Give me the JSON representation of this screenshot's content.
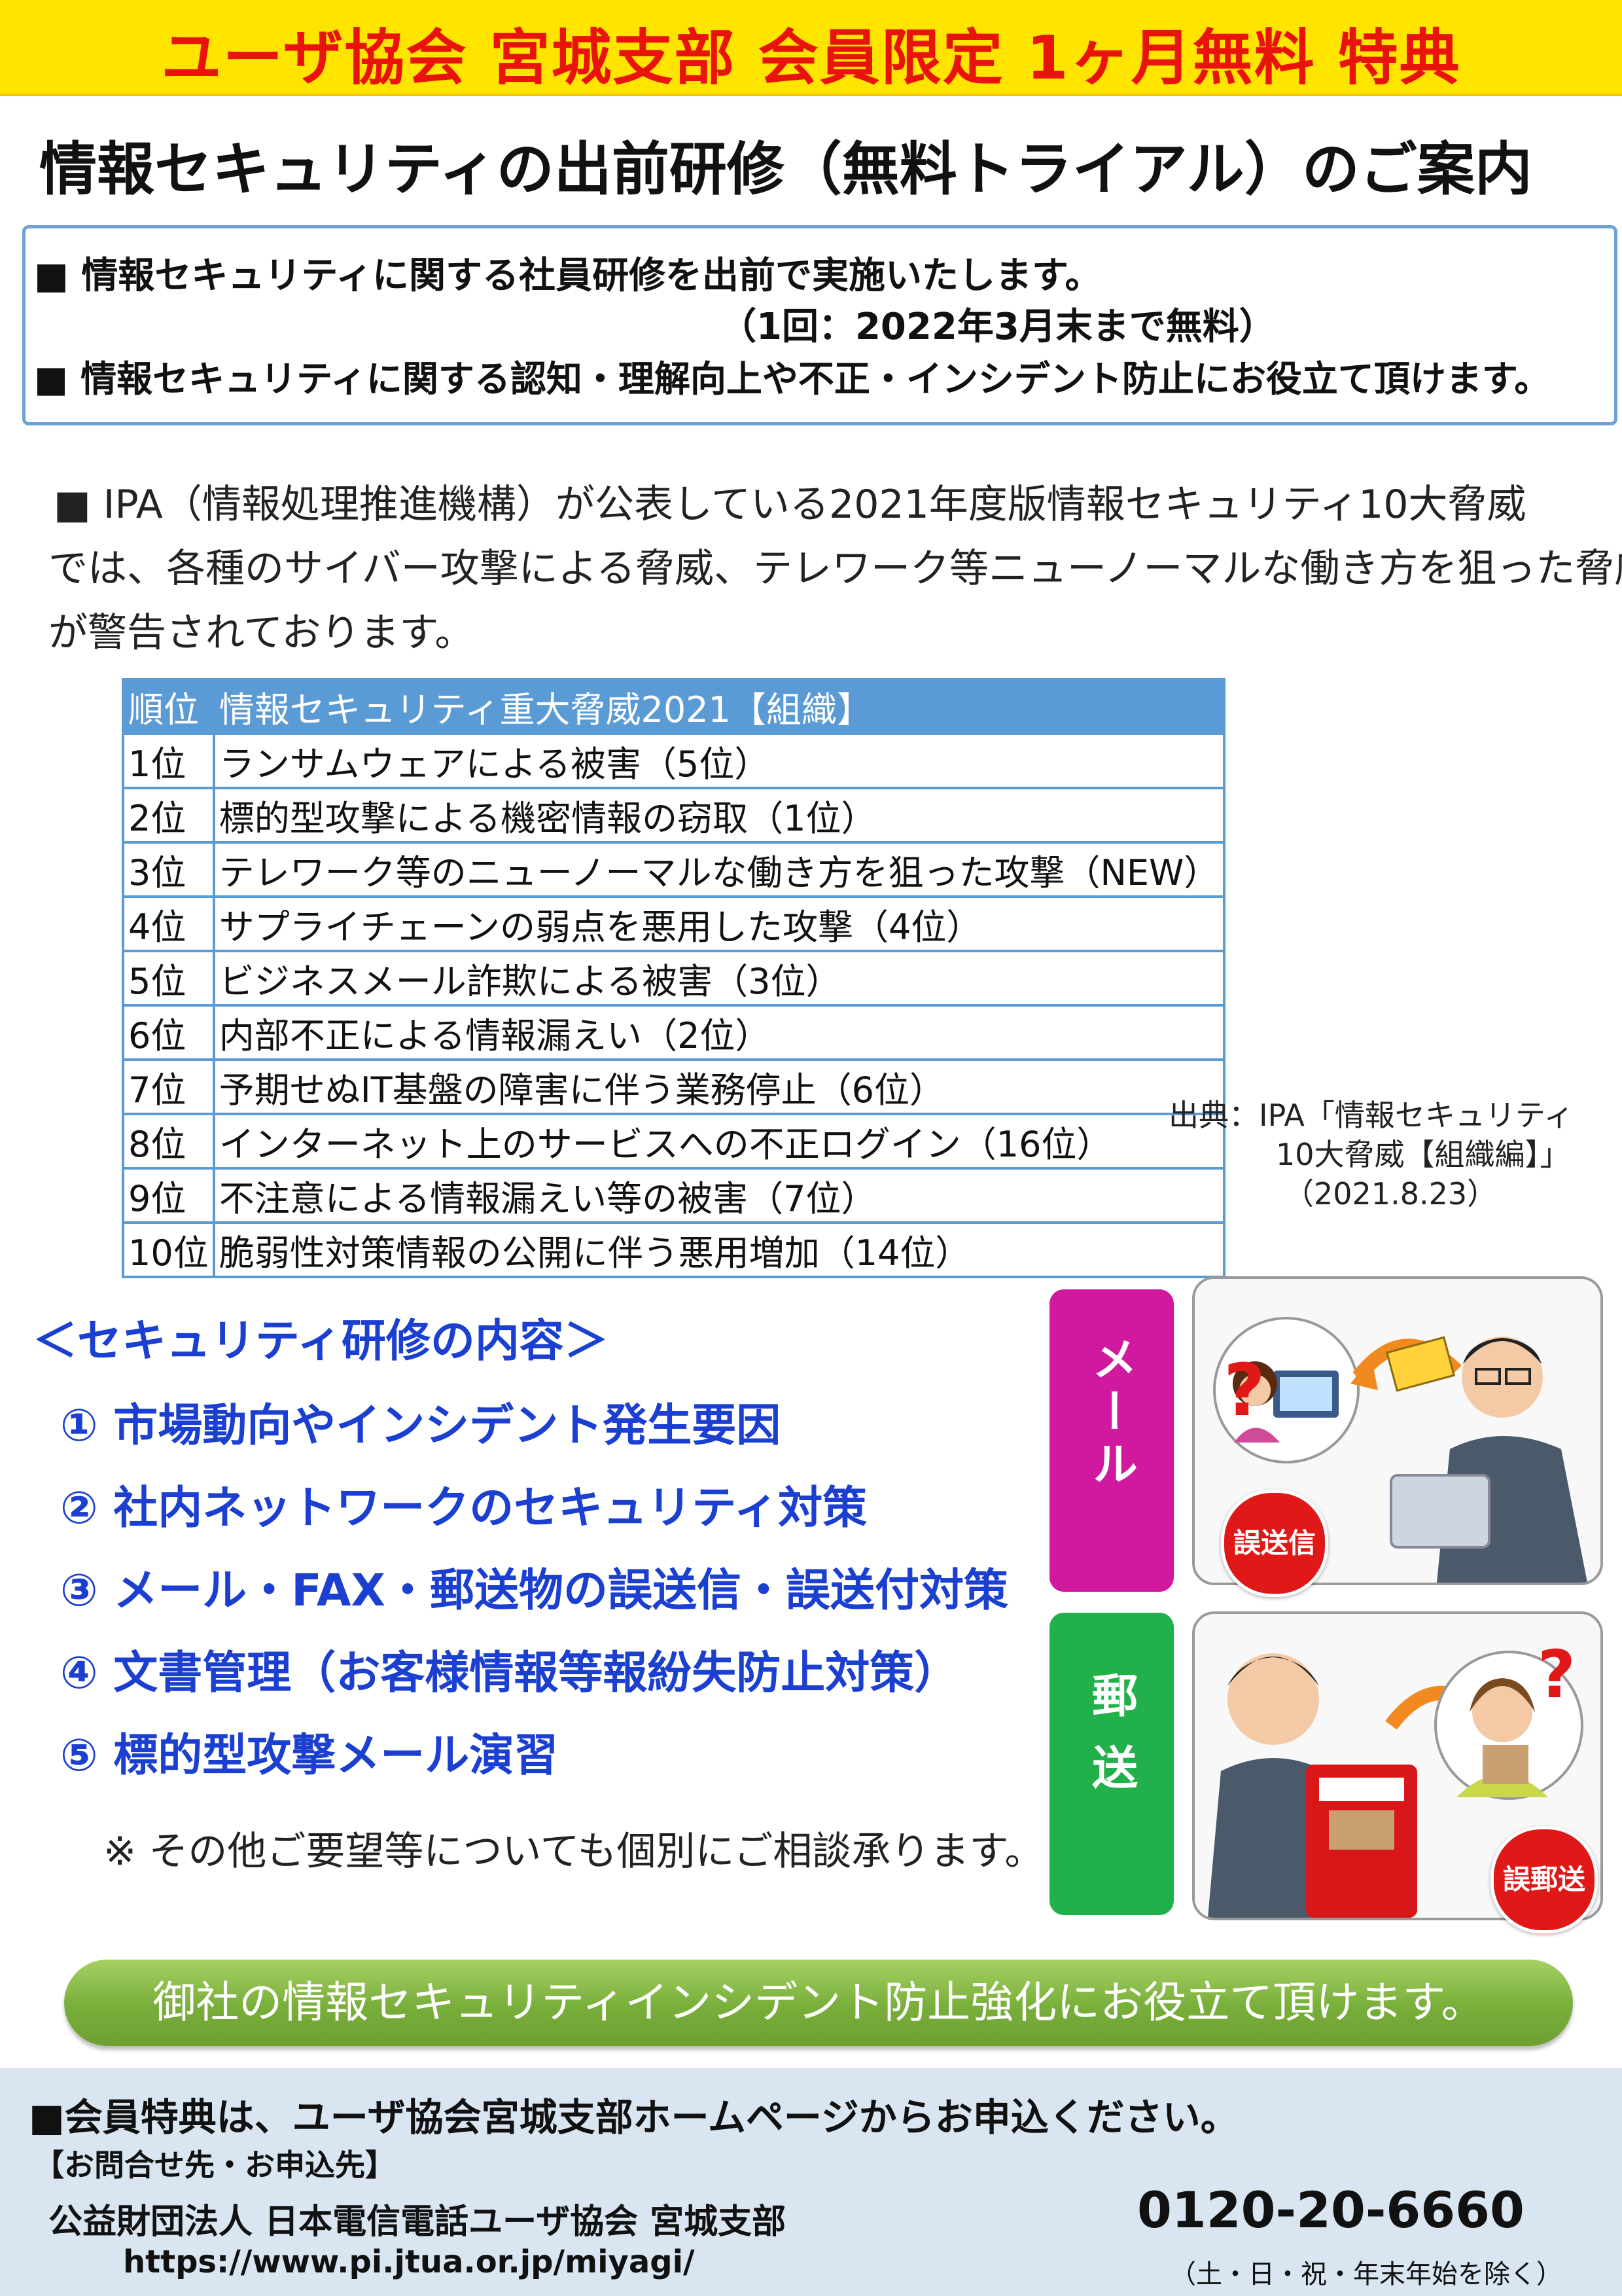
{
  "banner": "ユーザ協会 宮城支部 会員限定 1ヶ月無料 特典",
  "title": "情報セキュリティの出前研修（無料トライアル）のご案内",
  "intro": {
    "line1": "■ 情報セキュリティに関する社員研修を出前で実施いたします。",
    "line2": "（1回：2022年3月末まで無料）",
    "line3": "■ 情報セキュリティに関する認知・理解向上や不正・インシデント防止にお役立て頂けます。"
  },
  "paragraph": [
    "■ IPA（情報処理推進機構）が公表している2021年度版情報セキュリティ10大脅威",
    "では、各種のサイバー攻撃による脅威、テレワーク等ニューノーマルな働き方を狙った脅威",
    "が警告されております。"
  ],
  "table": {
    "header": [
      "順位",
      "情報セキュリティ重大脅威2021【組織】"
    ],
    "rows": [
      [
        "1位",
        "ランサムウェアによる被害（5位）"
      ],
      [
        "2位",
        "標的型攻撃による機密情報の窃取（1位）"
      ],
      [
        "3位",
        "テレワーク等のニューノーマルな働き方を狙った攻撃（NEW）"
      ],
      [
        "4位",
        "サプライチェーンの弱点を悪用した攻撃（4位）"
      ],
      [
        "5位",
        "ビジネスメール詐欺による被害（3位）"
      ],
      [
        "6位",
        "内部不正による情報漏えい（2位）"
      ],
      [
        "7位",
        "予期せぬIT基盤の障害に伴う業務停止（6位）"
      ],
      [
        "8位",
        "インターネット上のサービスへの不正ログイン（16位）"
      ],
      [
        "9位",
        "不注意による情報漏えい等の被害（7位）"
      ],
      [
        "10位",
        "脆弱性対策情報の公開に伴う悪用増加（14位）"
      ]
    ]
  },
  "source": {
    "line1": "出典：IPA「情報セキュリティ",
    "line2": "10大脅威【組織編】」",
    "line3": "（2021.8.23）"
  },
  "contents": {
    "title": "＜セキュリティ研修の内容＞",
    "items": [
      "① 市場動向やインシデント発生要因",
      "② 社内ネットワークのセキュリティ対策",
      "③ メール・FAX・郵送物の誤送信・誤送付対策",
      "④ 文書管理（お客様情報等報紛失防止対策）",
      "⑤ 標的型攻撃メール演習"
    ],
    "note": "※ その他ご要望等についても個別にご相談承ります。"
  },
  "illustrations": {
    "mail_tab": "メール",
    "mail_badge": "誤送信",
    "post_tab": "郵送",
    "post_badge": "誤郵送",
    "question_mark": "?"
  },
  "pill": "御社の情報セキュリティインシデント防止強化にお役立て頂けます。",
  "footer": {
    "apply": "■会員特典は、ユーザ協会宮城支部ホームページからお申込ください。",
    "contact_label": "【お問合せ先・お申込先】",
    "org": "公益財団法人 日本電信電話ユーザ協会 宮城支部",
    "url": "https://www.pi.jtua.or.jp/miyagi/",
    "phone": "0120-20-6660",
    "phone_note": "（土・日・祝・年末年始を除く）"
  },
  "colors": {
    "banner_bg": "#ffe400",
    "banner_text": "#e8140c",
    "accent_blue": "#1b3fd0",
    "table_blue": "#5b9bd5",
    "mail_tab": "#d0199e",
    "post_tab": "#22b04b",
    "pill_green": "#78ae3a",
    "footer_bg": "#d9e6f2",
    "badge_red": "#e01818"
  }
}
